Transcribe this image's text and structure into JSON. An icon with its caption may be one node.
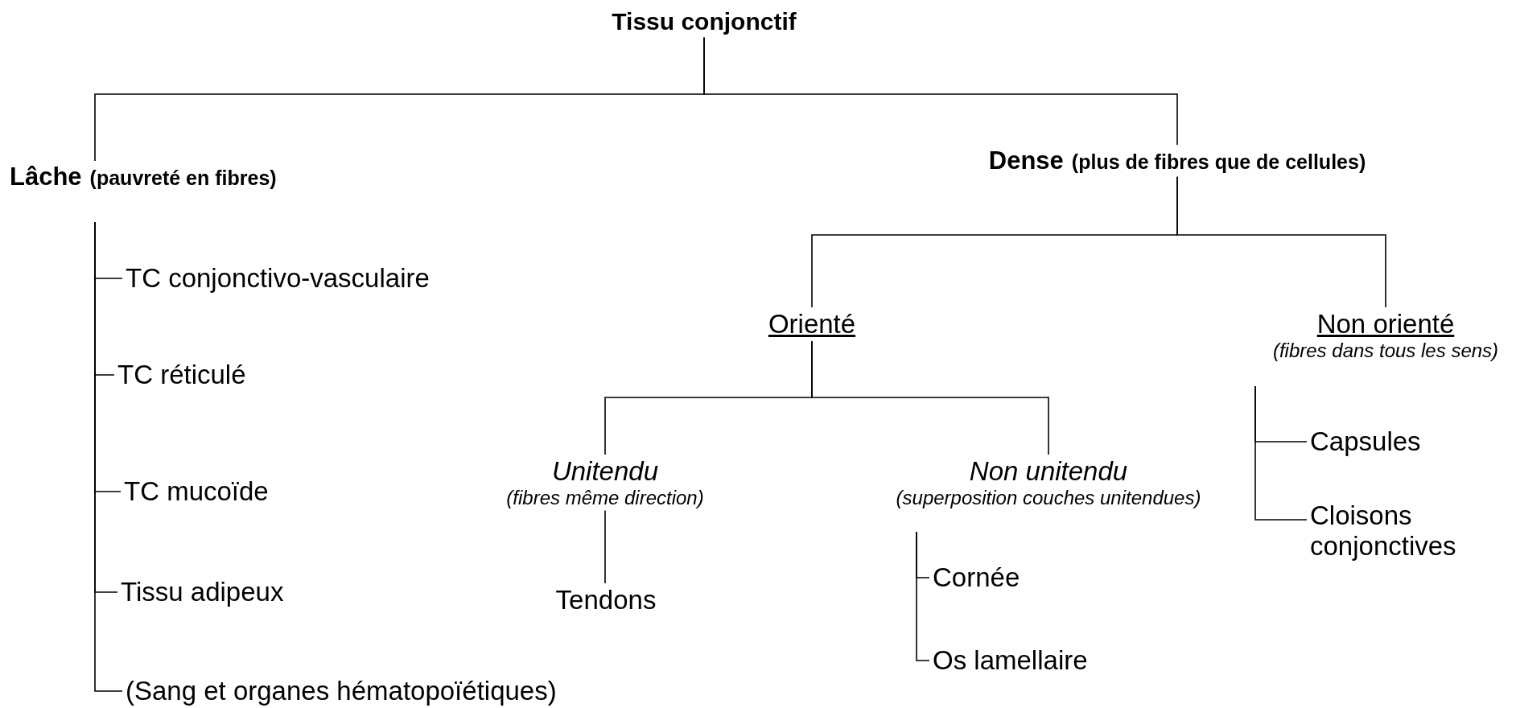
{
  "diagram": {
    "nodes": [
      {
        "text": [
          "Tissu conjonctif"
        ]
      },
      {
        "text": [
          "Lâche",
          "(pauvreté en fibres)"
        ]
      },
      {
        "text": [
          "Dense",
          "(plus de fibres que de cellules)"
        ]
      },
      {
        "text": [
          "TC conjonctivo-vasculaire"
        ]
      },
      {
        "text": [
          "TC réticulé"
        ]
      },
      {
        "text": [
          "TC mucoïde"
        ]
      },
      {
        "text": [
          "Tissu adipeux"
        ]
      },
      {
        "text": [
          "(Sang et organes hématopoïétiques)"
        ]
      },
      {
        "text": [
          "Orienté"
        ]
      },
      {
        "text": [
          "Non orienté",
          "(fibres dans tous les sens)"
        ]
      },
      {
        "text": [
          "Unitendu",
          "(fibres même direction)"
        ]
      },
      {
        "text": [
          "Non unitendu",
          "(superposition couches unitendues)"
        ]
      },
      {
        "text": [
          "Tendons"
        ]
      },
      {
        "text": [
          "Cornée"
        ]
      },
      {
        "text": [
          "Os lamellaire"
        ]
      },
      {
        "text": [
          "Capsules"
        ]
      },
      {
        "text": [
          "Cloisons conjonctives"
        ]
      }
    ],
    "edges": [
      {
        "from": 0,
        "to": 1,
        "arrow": "none"
      },
      {
        "from": 0,
        "to": 2,
        "arrow": "none"
      },
      {
        "from": 1,
        "to": 3,
        "arrow": "none"
      },
      {
        "from": 1,
        "to": 4,
        "arrow": "none"
      },
      {
        "from": 1,
        "to": 5,
        "arrow": "none"
      },
      {
        "from": 1,
        "to": 6,
        "arrow": "none"
      },
      {
        "from": 1,
        "to": 7,
        "arrow": "none"
      },
      {
        "from": 2,
        "to": 8,
        "arrow": "none"
      },
      {
        "from": 2,
        "to": 9,
        "arrow": "none"
      },
      {
        "from": 8,
        "to": 10,
        "arrow": "none"
      },
      {
        "from": 8,
        "to": 11,
        "arrow": "none"
      },
      {
        "from": 10,
        "to": 12,
        "arrow": "none"
      },
      {
        "from": 11,
        "to": 13,
        "arrow": "none"
      },
      {
        "from": 11,
        "to": 14,
        "arrow": "none"
      },
      {
        "from": 9,
        "to": 15,
        "arrow": "none"
      },
      {
        "from": 9,
        "to": 16,
        "arrow": "none"
      }
    ]
  }
}
